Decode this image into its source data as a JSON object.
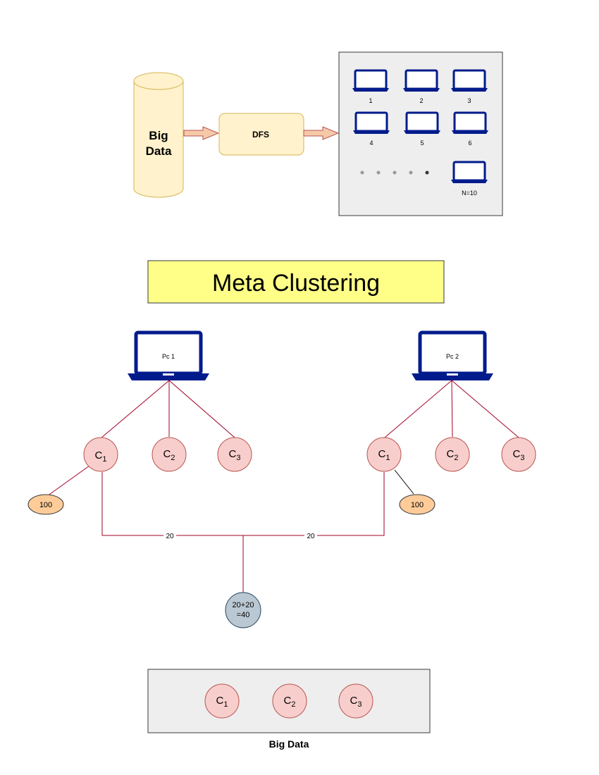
{
  "top": {
    "cylinder_label_line1": "Big",
    "cylinder_label_line2": "Data",
    "dfs_label": "DFS",
    "machines": [
      "1",
      "2",
      "3",
      "4",
      "5",
      "6"
    ],
    "last_machine_label": "N=10"
  },
  "title": "Meta Clustering",
  "pc1": {
    "label": "Pc 1",
    "clusters": [
      {
        "base": "C",
        "sub": "1"
      },
      {
        "base": "C",
        "sub": "2"
      },
      {
        "base": "C",
        "sub": "3"
      }
    ],
    "count_label": "100",
    "edge_label": "20"
  },
  "pc2": {
    "label": "Pc 2",
    "clusters": [
      {
        "base": "C",
        "sub": "1"
      },
      {
        "base": "C",
        "sub": "2"
      },
      {
        "base": "C",
        "sub": "3"
      }
    ],
    "count_label": "100",
    "edge_label": "20"
  },
  "merge": {
    "line1": "20+20",
    "line2": "=40"
  },
  "bottom": {
    "clusters": [
      {
        "base": "C",
        "sub": "1"
      },
      {
        "base": "C",
        "sub": "2"
      },
      {
        "base": "C",
        "sub": "3"
      }
    ],
    "caption": "Big Data"
  },
  "colors": {
    "cylinder_fill": "#fff2cc",
    "cylinder_stroke": "#d6b656",
    "dfs_fill": "#fff2cc",
    "arrow_fill": "#f8cecc",
    "arrow_stroke": "#b85450",
    "panel_fill": "#eeeeee",
    "laptop": "#001b8c",
    "title_fill": "#ffff88",
    "cluster_fill": "#f8cecc",
    "cluster_stroke": "#b85450",
    "count_fill": "#ffcc99",
    "merge_fill": "#bac8d3",
    "line": "#a20025"
  }
}
